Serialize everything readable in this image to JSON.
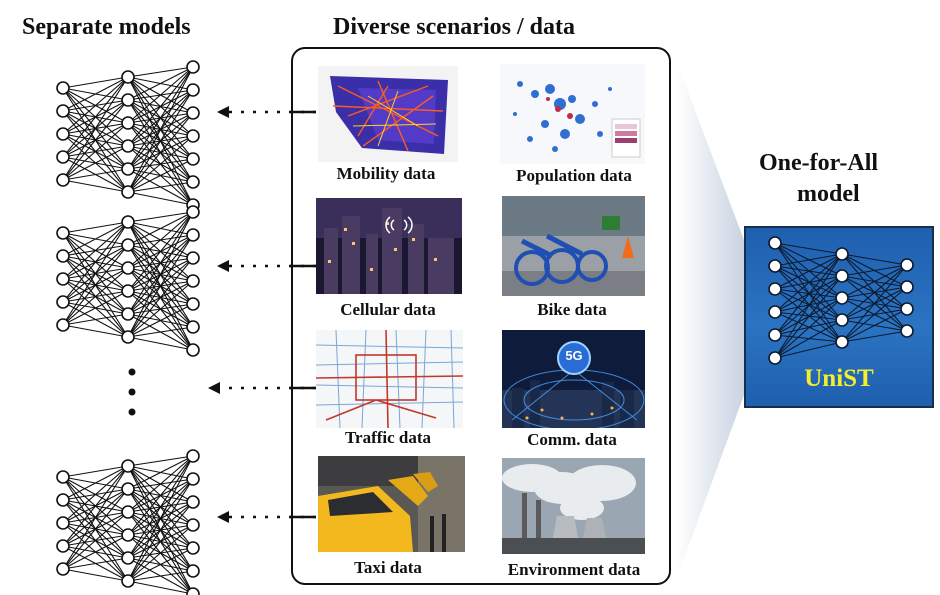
{
  "headings": {
    "separate_models": "Separate models",
    "diverse_scenarios": "Diverse scenarios / data",
    "one_for_all_line1": "One-for-All",
    "one_for_all_line2": "model"
  },
  "data_sources": [
    {
      "label": "Mobility data"
    },
    {
      "label": "Population data"
    },
    {
      "label": "Cellular data"
    },
    {
      "label": "Bike data"
    },
    {
      "label": "Traffic data"
    },
    {
      "label": "Comm. data"
    },
    {
      "label": "Taxi data"
    },
    {
      "label": "Environment data"
    }
  ],
  "unified_model": {
    "name": "UniST"
  },
  "badge_5g": "5G",
  "colors": {
    "panel_border": "#111111",
    "unist_box": "#2468b8",
    "unist_text": "#f4ef2a",
    "arrow": "#111111"
  }
}
